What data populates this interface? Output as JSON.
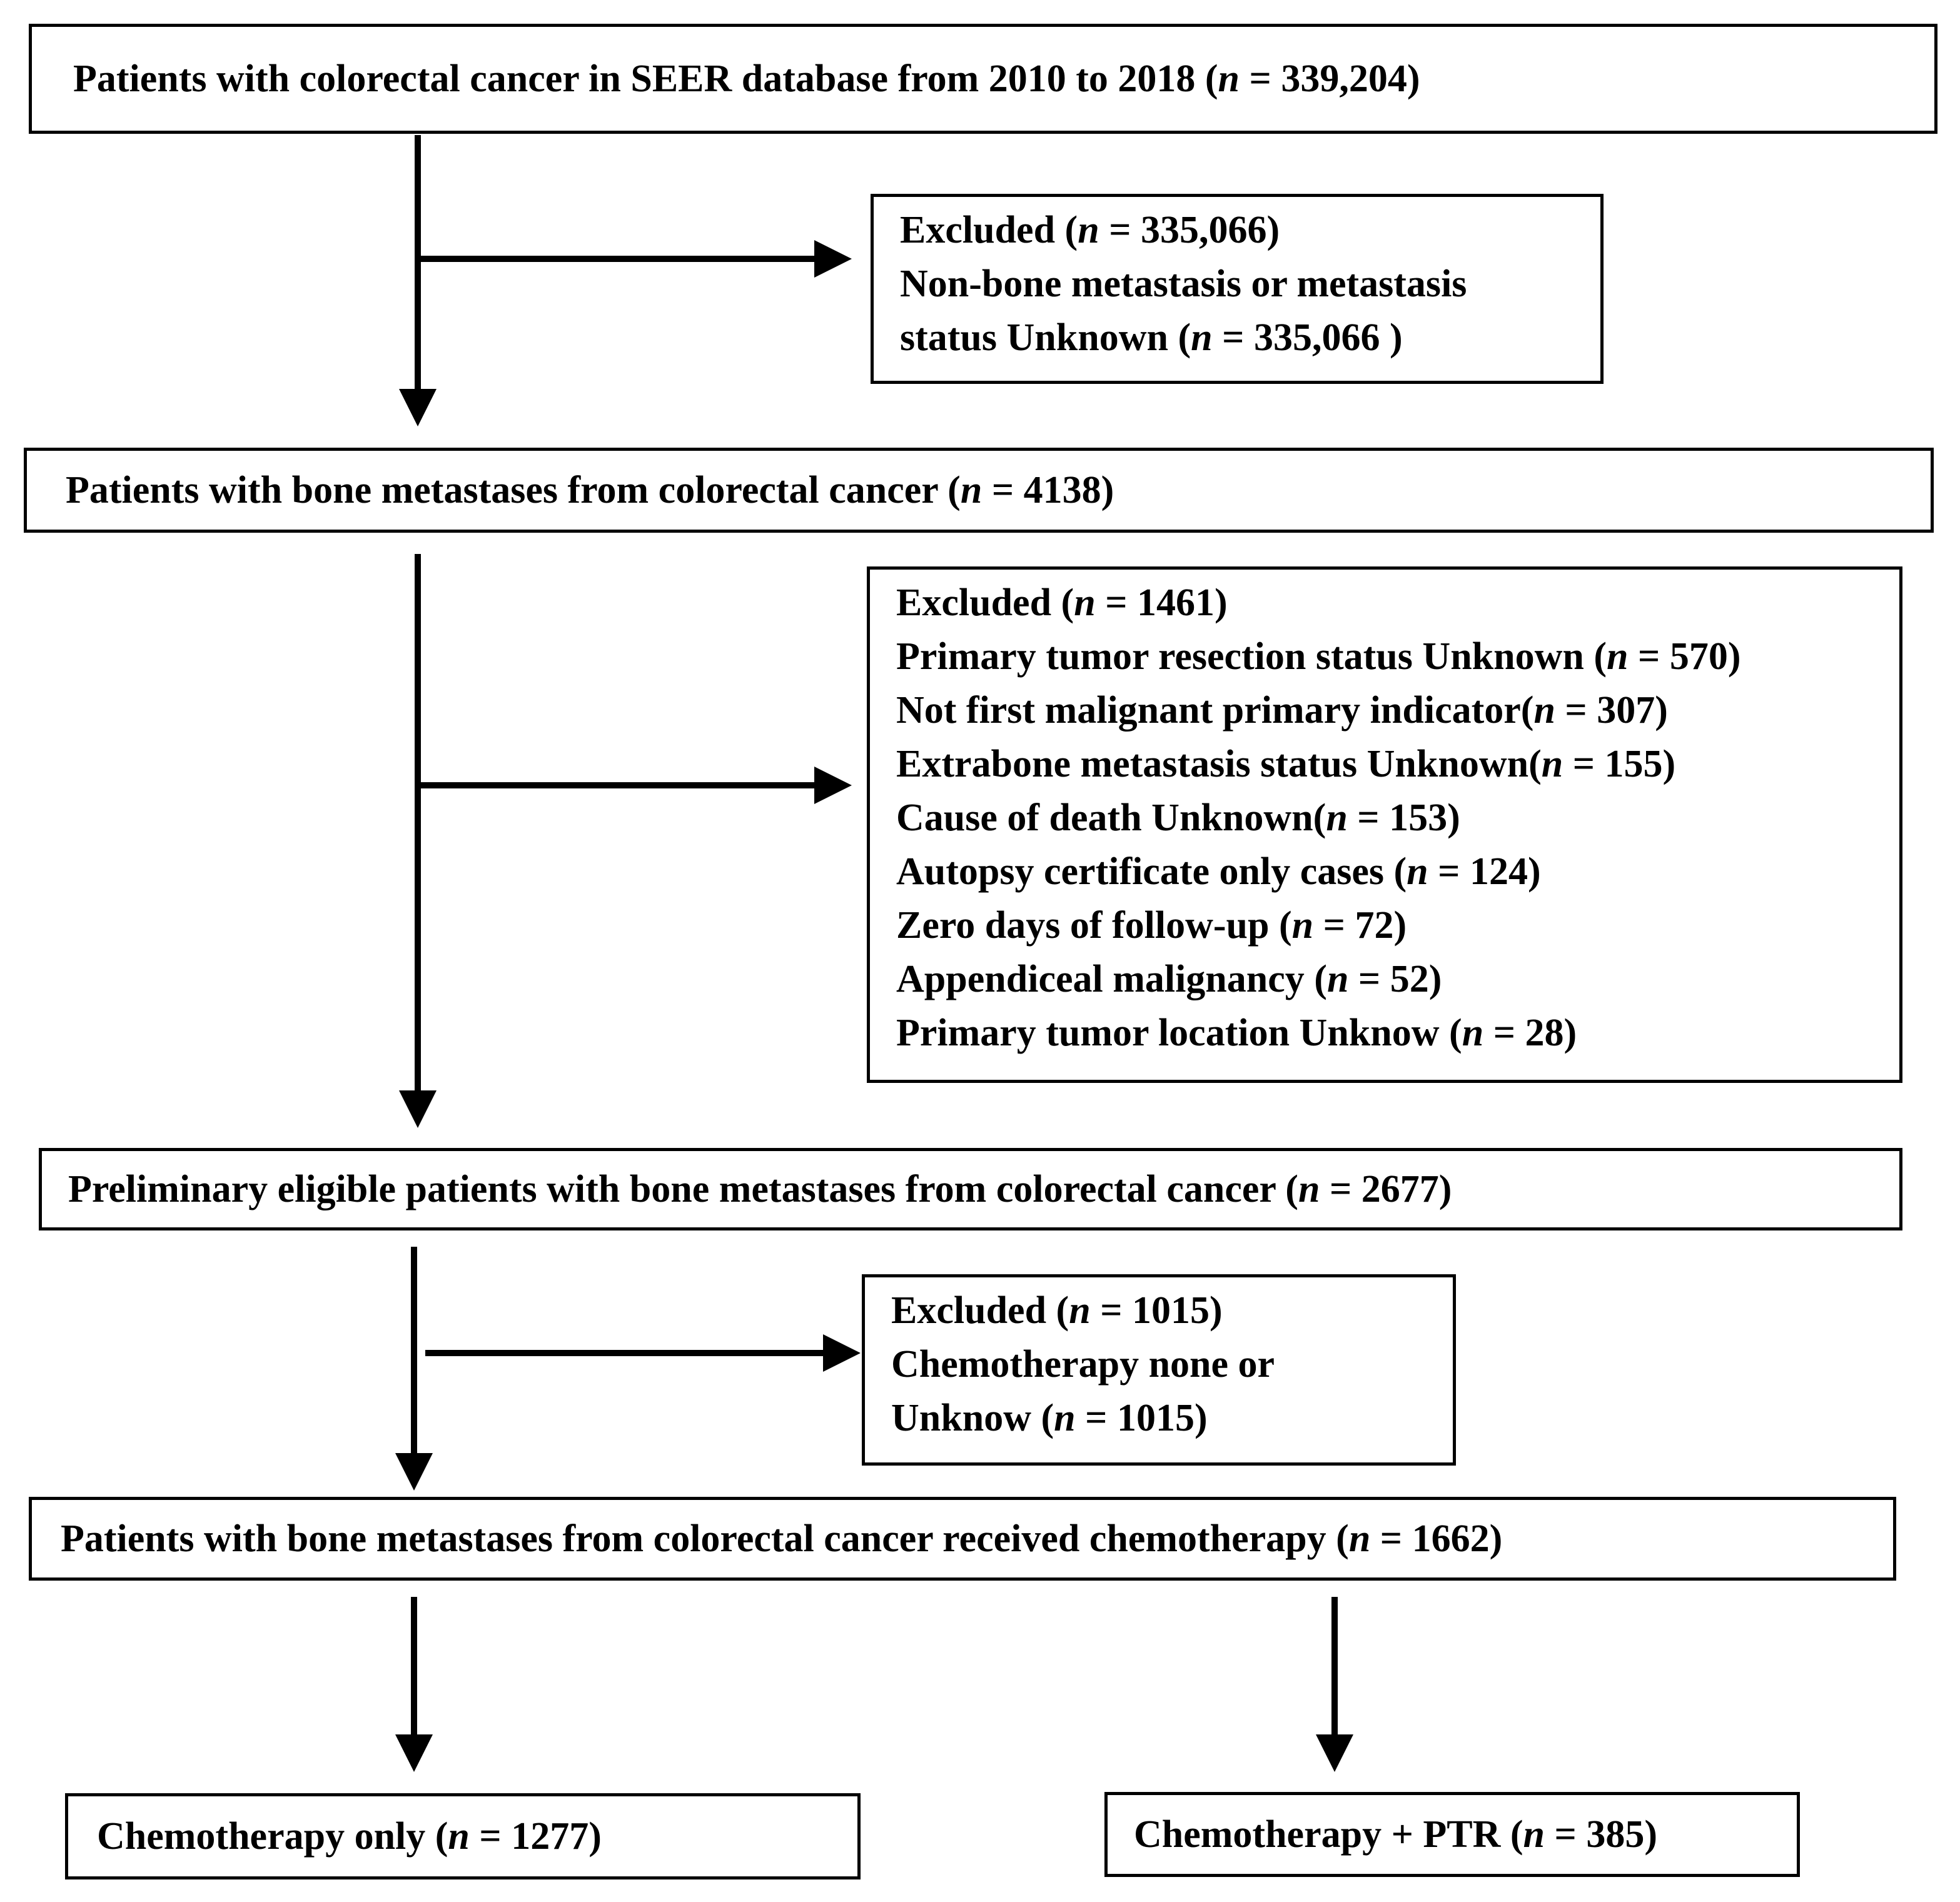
{
  "stage1": {
    "pre": "Patients with colorectal cancer in SEER database from 2010 to 2018 (",
    "n_label": "n",
    "post": " = 339,204)"
  },
  "excl1": {
    "title": {
      "pre": "Excluded (",
      "n_label": "n",
      "post": " = 335,066)"
    },
    "lines": [
      {
        "pre": "Non-bone metastasis or metastasis",
        "n_label": "",
        "post": ""
      },
      {
        "pre": "status Unknown (",
        "n_label": "n",
        "post": " = 335,066 )"
      }
    ]
  },
  "stage2": {
    "pre": "Patients with bone metastases from colorectal cancer (",
    "n_label": "n",
    "post": " = 4138)"
  },
  "excl2": {
    "title": {
      "pre": "Excluded (",
      "n_label": "n",
      "post": " = 1461)"
    },
    "lines": [
      {
        "pre": "Primary tumor resection status Unknown (",
        "n_label": "n",
        "post": " = 570)"
      },
      {
        "pre": "Not first malignant primary indicator(",
        "n_label": "n",
        "post": " = 307)"
      },
      {
        "pre": "Extrabone metastasis status Unknown(",
        "n_label": "n",
        "post": " = 155)"
      },
      {
        "pre": "Cause of death Unknown(",
        "n_label": "n",
        "post": " = 153)"
      },
      {
        "pre": "Autopsy certificate only cases (",
        "n_label": "n",
        "post": " = 124)"
      },
      {
        "pre": "Zero days of follow-up  (",
        "n_label": "n",
        "post": " = 72)"
      },
      {
        "pre": "Appendiceal malignancy (",
        "n_label": "n",
        "post": " = 52)"
      },
      {
        "pre": "Primary tumor location Unknow (",
        "n_label": "n",
        "post": " = 28)"
      }
    ]
  },
  "stage3": {
    "pre": "Preliminary eligible patients with bone metastases from colorectal cancer (",
    "n_label": "n",
    "post": " = 2677)"
  },
  "excl3": {
    "title": {
      "pre": "Excluded (",
      "n_label": "n",
      "post": " = 1015)"
    },
    "lines": [
      {
        "pre": "Chemotherapy none or",
        "n_label": "",
        "post": ""
      },
      {
        "pre": "Unknow (",
        "n_label": "n",
        "post": " = 1015)"
      }
    ]
  },
  "stage4": {
    "pre": "Patients with bone metastases from colorectal cancer received chemotherapy (",
    "n_label": "n",
    "post": " = 1662)"
  },
  "group_a": {
    "pre": "Chemotherapy only (",
    "n_label": "n",
    "post": " = 1277)"
  },
  "group_b": {
    "pre": "Chemotherapy + PTR (",
    "n_label": "n",
    "post": " = 385)"
  },
  "colors": {
    "stroke": "#000000",
    "fill": "#ffffff",
    "text": "#000000"
  }
}
